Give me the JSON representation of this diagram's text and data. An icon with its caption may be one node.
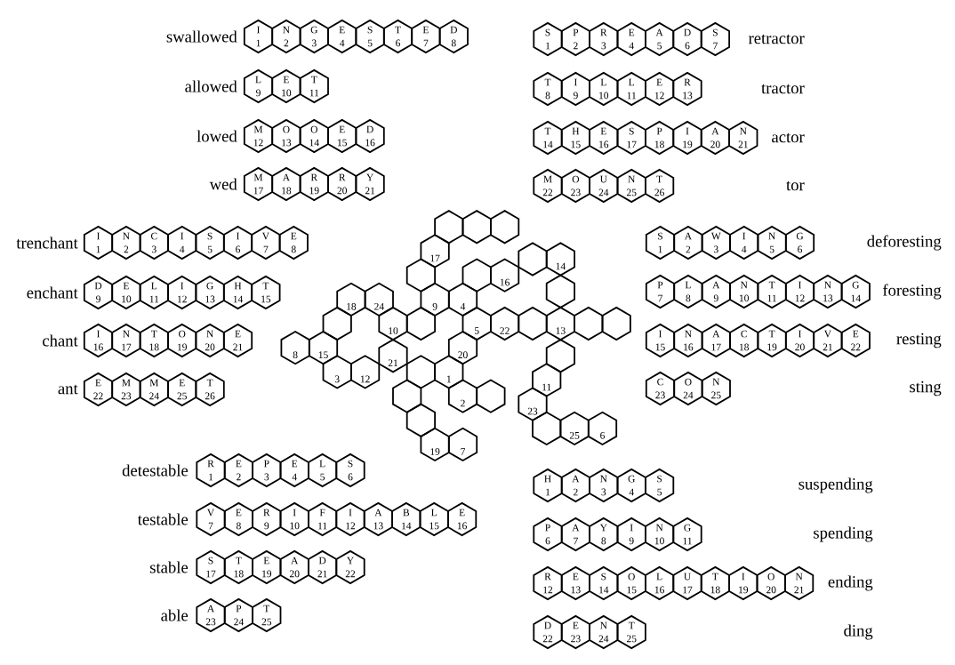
{
  "diagram": {
    "nodes": [
      {
        "text": [
          "I",
          "1"
        ]
      },
      {
        "text": [
          "N",
          "2"
        ]
      },
      {
        "text": [
          "G",
          "3"
        ]
      },
      {
        "text": [
          "E",
          "4"
        ]
      },
      {
        "text": [
          "S",
          "5"
        ]
      },
      {
        "text": [
          "T",
          "6"
        ]
      },
      {
        "text": [
          "E",
          "7"
        ]
      },
      {
        "text": [
          "D",
          "8"
        ]
      },
      {
        "text": [
          "L",
          "9"
        ]
      },
      {
        "text": [
          "E",
          "10"
        ]
      },
      {
        "text": [
          "T",
          "11"
        ]
      },
      {
        "text": [
          "M",
          "12"
        ]
      },
      {
        "text": [
          "O",
          "13"
        ]
      },
      {
        "text": [
          "O",
          "14"
        ]
      },
      {
        "text": [
          "E",
          "15"
        ]
      },
      {
        "text": [
          "D",
          "16"
        ]
      },
      {
        "text": [
          "M",
          "17"
        ]
      },
      {
        "text": [
          "A",
          "18"
        ]
      },
      {
        "text": [
          "R",
          "19"
        ]
      },
      {
        "text": [
          "R",
          "20"
        ]
      },
      {
        "text": [
          "Y",
          "21"
        ]
      },
      {
        "text": [
          "S",
          "1"
        ]
      },
      {
        "text": [
          "P",
          "2"
        ]
      },
      {
        "text": [
          "R",
          "3"
        ]
      },
      {
        "text": [
          "E",
          "4"
        ]
      },
      {
        "text": [
          "A",
          "5"
        ]
      },
      {
        "text": [
          "D",
          "6"
        ]
      },
      {
        "text": [
          "S",
          "7"
        ]
      },
      {
        "text": [
          "T",
          "8"
        ]
      },
      {
        "text": [
          "I",
          "9"
        ]
      },
      {
        "text": [
          "L",
          "10"
        ]
      },
      {
        "text": [
          "L",
          "11"
        ]
      },
      {
        "text": [
          "E",
          "12"
        ]
      },
      {
        "text": [
          "R",
          "13"
        ]
      },
      {
        "text": [
          "T",
          "14"
        ]
      },
      {
        "text": [
          "H",
          "15"
        ]
      },
      {
        "text": [
          "E",
          "16"
        ]
      },
      {
        "text": [
          "S",
          "17"
        ]
      },
      {
        "text": [
          "P",
          "18"
        ]
      },
      {
        "text": [
          "I",
          "19"
        ]
      },
      {
        "text": [
          "A",
          "20"
        ]
      },
      {
        "text": [
          "N",
          "21"
        ]
      },
      {
        "text": [
          "M",
          "22"
        ]
      },
      {
        "text": [
          "O",
          "23"
        ]
      },
      {
        "text": [
          "U",
          "24"
        ]
      },
      {
        "text": [
          "N",
          "25"
        ]
      },
      {
        "text": [
          "T",
          "26"
        ]
      },
      {
        "text": [
          "I",
          "1"
        ]
      },
      {
        "text": [
          "N",
          "2"
        ]
      },
      {
        "text": [
          "C",
          "3"
        ]
      },
      {
        "text": [
          "I",
          "4"
        ]
      },
      {
        "text": [
          "S",
          "5"
        ]
      },
      {
        "text": [
          "I",
          "6"
        ]
      },
      {
        "text": [
          "V",
          "7"
        ]
      },
      {
        "text": [
          "E",
          "8"
        ]
      },
      {
        "text": [
          "D",
          "9"
        ]
      },
      {
        "text": [
          "E",
          "10"
        ]
      },
      {
        "text": [
          "L",
          "11"
        ]
      },
      {
        "text": [
          "I",
          "12"
        ]
      },
      {
        "text": [
          "G",
          "13"
        ]
      },
      {
        "text": [
          "H",
          "14"
        ]
      },
      {
        "text": [
          "T",
          "15"
        ]
      },
      {
        "text": [
          "I",
          "16"
        ]
      },
      {
        "text": [
          "N",
          "17"
        ]
      },
      {
        "text": [
          "T",
          "18"
        ]
      },
      {
        "text": [
          "O",
          "19"
        ]
      },
      {
        "text": [
          "N",
          "20"
        ]
      },
      {
        "text": [
          "E",
          "21"
        ]
      },
      {
        "text": [
          "E",
          "22"
        ]
      },
      {
        "text": [
          "M",
          "23"
        ]
      },
      {
        "text": [
          "M",
          "24"
        ]
      },
      {
        "text": [
          "E",
          "25"
        ]
      },
      {
        "text": [
          "T",
          "26"
        ]
      },
      {
        "text": [
          "S",
          "1"
        ]
      },
      {
        "text": [
          "A",
          "2"
        ]
      },
      {
        "text": [
          "W",
          "3"
        ]
      },
      {
        "text": [
          "I",
          "4"
        ]
      },
      {
        "text": [
          "N",
          "5"
        ]
      },
      {
        "text": [
          "G",
          "6"
        ]
      },
      {
        "text": [
          "P",
          "7"
        ]
      },
      {
        "text": [
          "L",
          "8"
        ]
      },
      {
        "text": [
          "A",
          "9"
        ]
      },
      {
        "text": [
          "N",
          "10"
        ]
      },
      {
        "text": [
          "T",
          "11"
        ]
      },
      {
        "text": [
          "I",
          "12"
        ]
      },
      {
        "text": [
          "N",
          "13"
        ]
      },
      {
        "text": [
          "G",
          "14"
        ]
      },
      {
        "text": [
          "I",
          "15"
        ]
      },
      {
        "text": [
          "N",
          "16"
        ]
      },
      {
        "text": [
          "A",
          "17"
        ]
      },
      {
        "text": [
          "C",
          "18"
        ]
      },
      {
        "text": [
          "T",
          "19"
        ]
      },
      {
        "text": [
          "I",
          "20"
        ]
      },
      {
        "text": [
          "V",
          "21"
        ]
      },
      {
        "text": [
          "E",
          "22"
        ]
      },
      {
        "text": [
          "C",
          "23"
        ]
      },
      {
        "text": [
          "O",
          "24"
        ]
      },
      {
        "text": [
          "N",
          "25"
        ]
      },
      {
        "text": [],
        "shape": "hexagon"
      },
      {
        "text": [],
        "shape": "hexagon"
      },
      {
        "text": [],
        "shape": "hexagon"
      },
      {
        "text": [
          "17"
        ]
      },
      {
        "text": [],
        "shape": "hexagon"
      },
      {
        "text": [
          "14"
        ]
      },
      {
        "text": [],
        "shape": "hexagon"
      },
      {
        "text": [],
        "shape": "hexagon"
      },
      {
        "text": [
          "16"
        ]
      },
      {
        "text": [],
        "shape": "hexagon"
      },
      {
        "text": [
          "18"
        ]
      },
      {
        "text": [
          "24"
        ]
      },
      {
        "text": [
          "9"
        ]
      },
      {
        "text": [
          "4"
        ]
      },
      {
        "text": [],
        "shape": "hexagon"
      },
      {
        "text": [
          "10"
        ]
      },
      {
        "text": [],
        "shape": "hexagon"
      },
      {
        "text": [
          "5"
        ]
      },
      {
        "text": [
          "22"
        ]
      },
      {
        "text": [],
        "shape": "hexagon"
      },
      {
        "text": [
          "13"
        ]
      },
      {
        "text": [],
        "shape": "hexagon"
      },
      {
        "text": [],
        "shape": "hexagon"
      },
      {
        "text": [
          "8"
        ]
      },
      {
        "text": [
          "15"
        ]
      },
      {
        "text": [
          "20"
        ]
      },
      {
        "text": [
          "21"
        ]
      },
      {
        "text": [],
        "shape": "hexagon"
      },
      {
        "text": [
          "3"
        ]
      },
      {
        "text": [
          "12"
        ]
      },
      {
        "text": [],
        "shape": "hexagon"
      },
      {
        "text": [
          "1"
        ]
      },
      {
        "text": [
          "11"
        ]
      },
      {
        "text": [],
        "shape": "hexagon"
      },
      {
        "text": [
          "2"
        ]
      },
      {
        "text": [],
        "shape": "hexagon"
      },
      {
        "text": [
          "23"
        ]
      },
      {
        "text": [],
        "shape": "hexagon"
      },
      {
        "text": [],
        "shape": "hexagon"
      },
      {
        "text": [
          "25"
        ]
      },
      {
        "text": [
          "6"
        ]
      },
      {
        "text": [
          "19"
        ]
      },
      {
        "text": [
          "7"
        ]
      },
      {
        "text": [
          "R",
          "1"
        ]
      },
      {
        "text": [
          "E",
          "2"
        ]
      },
      {
        "text": [
          "P",
          "3"
        ]
      },
      {
        "text": [
          "E",
          "4"
        ]
      },
      {
        "text": [
          "L",
          "5"
        ]
      },
      {
        "text": [
          "S",
          "6"
        ]
      },
      {
        "text": [
          "V",
          "7"
        ]
      },
      {
        "text": [
          "E",
          "8"
        ]
      },
      {
        "text": [
          "R",
          "9"
        ]
      },
      {
        "text": [
          "I",
          "10"
        ]
      },
      {
        "text": [
          "F",
          "11"
        ]
      },
      {
        "text": [
          "I",
          "12"
        ]
      },
      {
        "text": [
          "A",
          "13"
        ]
      },
      {
        "text": [
          "B",
          "14"
        ]
      },
      {
        "text": [
          "L",
          "15"
        ]
      },
      {
        "text": [
          "E",
          "16"
        ]
      },
      {
        "text": [
          "S",
          "17"
        ]
      },
      {
        "text": [
          "T",
          "18"
        ]
      },
      {
        "text": [
          "E",
          "19"
        ]
      },
      {
        "text": [
          "A",
          "20"
        ]
      },
      {
        "text": [
          "D",
          "21"
        ]
      },
      {
        "text": [
          "Y",
          "22"
        ]
      },
      {
        "text": [
          "A",
          "23"
        ]
      },
      {
        "text": [
          "P",
          "24"
        ]
      },
      {
        "text": [
          "T",
          "25"
        ]
      },
      {
        "text": [
          "H",
          "1"
        ]
      },
      {
        "text": [
          "A",
          "2"
        ]
      },
      {
        "text": [
          "N",
          "3"
        ]
      },
      {
        "text": [
          "G",
          "4"
        ]
      },
      {
        "text": [
          "S",
          "5"
        ]
      },
      {
        "text": [
          "P",
          "6"
        ]
      },
      {
        "text": [
          "A",
          "7"
        ]
      },
      {
        "text": [
          "Y",
          "8"
        ]
      },
      {
        "text": [
          "I",
          "9"
        ]
      },
      {
        "text": [
          "N",
          "10"
        ]
      },
      {
        "text": [
          "G",
          "11"
        ]
      },
      {
        "text": [
          "R",
          "12"
        ]
      },
      {
        "text": [
          "E",
          "13"
        ]
      },
      {
        "text": [
          "S",
          "14"
        ]
      },
      {
        "text": [
          "O",
          "15"
        ]
      },
      {
        "text": [
          "L",
          "16"
        ]
      },
      {
        "text": [
          "U",
          "17"
        ]
      },
      {
        "text": [
          "T",
          "18"
        ]
      },
      {
        "text": [
          "I",
          "19"
        ]
      },
      {
        "text": [
          "O",
          "20"
        ]
      },
      {
        "text": [
          "N",
          "21"
        ]
      },
      {
        "text": [
          "D",
          "22"
        ]
      },
      {
        "text": [
          "E",
          "23"
        ]
      },
      {
        "text": [
          "N",
          "24"
        ]
      },
      {
        "text": [
          "T",
          "25"
        ]
      }
    ],
    "labels": [
      "swallowed",
      "allowed",
      "lowed",
      "wed",
      "retractor",
      "tractor",
      "actor",
      "tor",
      "trenchant",
      "enchant",
      "chant",
      "ant",
      "deforesting",
      "foresting",
      "resting",
      "sting",
      "detestable",
      "testable",
      "stable",
      "able",
      "suspending",
      "spending",
      "ending",
      "ding"
    ]
  }
}
